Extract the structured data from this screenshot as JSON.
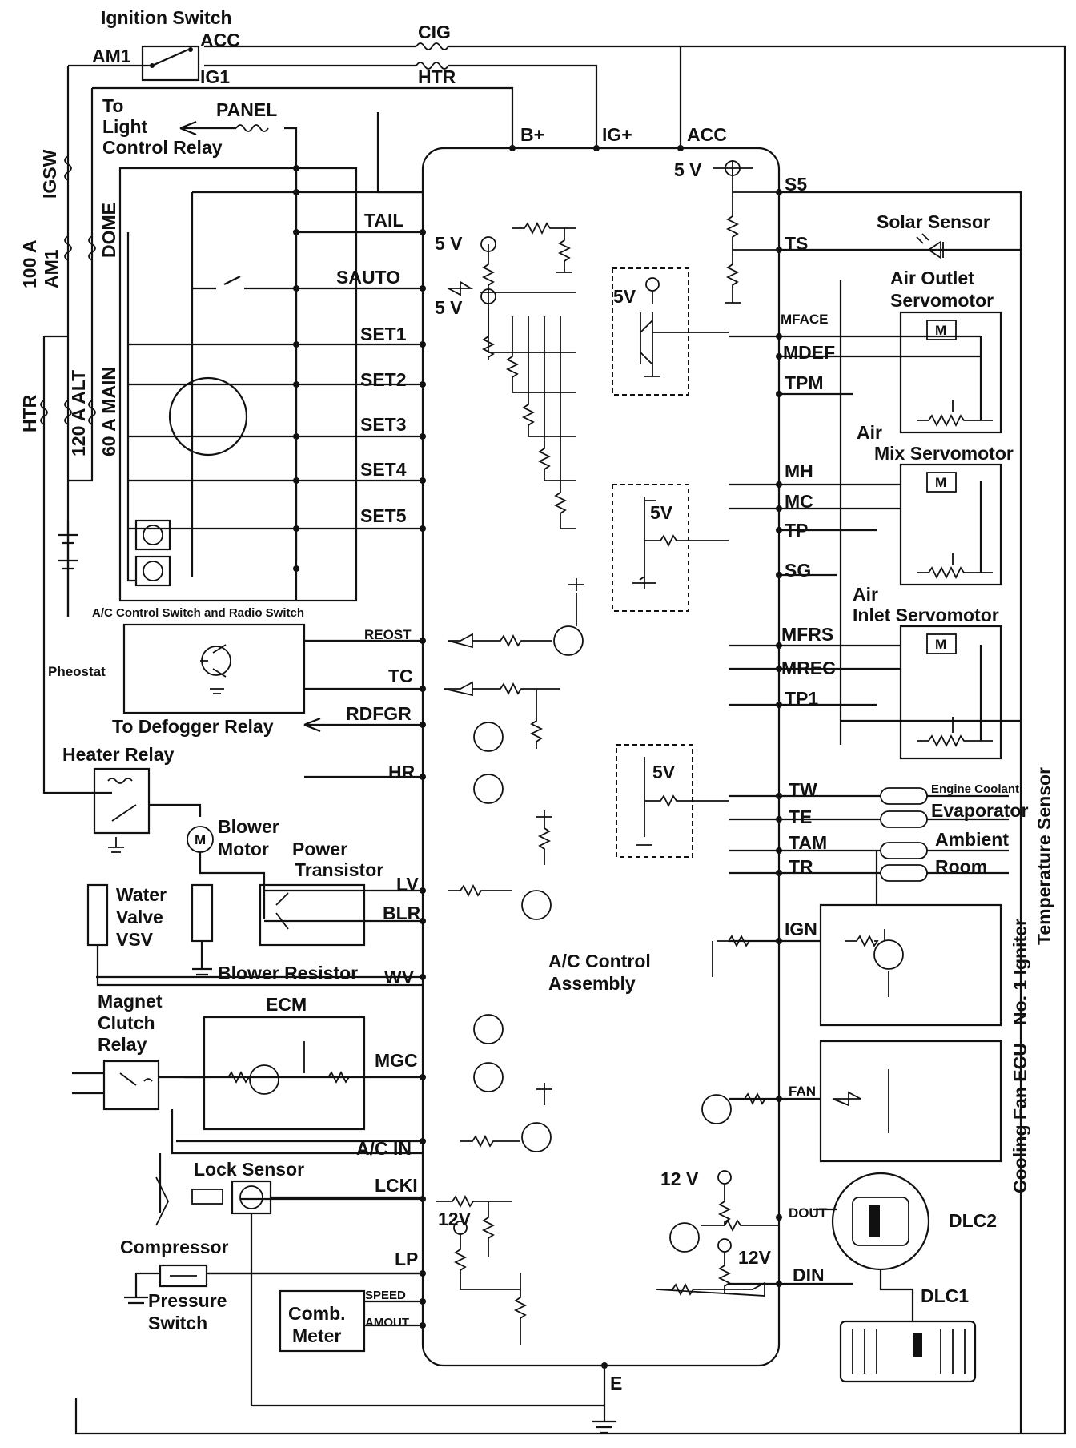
{
  "power": {
    "ignition_switch": "Ignition Switch",
    "am1": "AM1",
    "acc": "ACC",
    "ig1": "IG1",
    "cig": "CIG",
    "htr": "HTR",
    "to_light": [
      "To",
      "Light",
      "Control Relay"
    ],
    "panel": "PANEL",
    "igsw": "IGSW",
    "am1_100a": "100 A AM1",
    "dome": "DOME",
    "htr_fuse": "HTR",
    "alt_120a": "120 A ALT",
    "main_60a": "60 A MAIN"
  },
  "ecu": {
    "name": [
      "A/C Control",
      "Assembly"
    ],
    "top_pins": [
      "B+",
      "IG+",
      "ACC"
    ],
    "left_pins": [
      "TAIL",
      "SAUTO",
      "SET1",
      "SET2",
      "SET3",
      "SET4",
      "SET5",
      "REOST",
      "TC",
      "RDFGR",
      "HR",
      "LV",
      "BLR",
      "WV",
      "MGC",
      "A/C IN",
      "LCKI",
      "LP",
      "SPEED",
      "AMOUT"
    ],
    "right_pins": [
      "S5",
      "TS",
      "MFACE",
      "MDEF",
      "TPM",
      "MH",
      "MC",
      "TP",
      "SG",
      "MFRS",
      "MREC",
      "TP1",
      "TW",
      "TE",
      "TAM",
      "TR",
      "IGN",
      "FAN",
      "DOUT",
      "DIN"
    ],
    "ground": "E",
    "volts_5v": "5 V",
    "volts_12v": "12 V",
    "volts_12v_short": "12V",
    "volts_5v_short": "5V"
  },
  "components": {
    "ac_switch": "A/C Control Switch and Radio Switch",
    "pheostat": "Pheostat",
    "to_defogger": "To Defogger Relay",
    "heater_relay": "Heater Relay",
    "blower_motor": [
      "Blower",
      "Motor"
    ],
    "power_transistor": [
      "Power",
      "Transistor"
    ],
    "water_valve": [
      "Water",
      "Valve",
      "VSV"
    ],
    "blower_resistor": "Blower Resistor",
    "magnet_clutch": [
      "Magnet",
      "Clutch",
      "Relay"
    ],
    "ecm": "ECM",
    "lock_sensor": "Lock Sensor",
    "compressor": "Compressor",
    "pressure_switch": [
      "Pressure",
      "Switch"
    ],
    "comb_meter": [
      "Comb.",
      "Meter"
    ],
    "solar_sensor": "Solar Sensor",
    "air_outlet": [
      "Air Outlet",
      "Servomotor"
    ],
    "air_mix": [
      "Air",
      "Mix Servomotor"
    ],
    "air_inlet": [
      "Air",
      "Inlet Servomotor"
    ],
    "engine_coolant": "Engine Coolant",
    "evaporator": "Evaporator",
    "ambient": "Ambient",
    "room": "Room",
    "temperature_sensor": "Temperature Sensor",
    "igniter": "No. 1 Igniter",
    "cooling_fan_ecu": "Cooling Fan ECU",
    "dlc2": "DLC2",
    "dlc1": "DLC1",
    "motor_symbol": "M"
  }
}
